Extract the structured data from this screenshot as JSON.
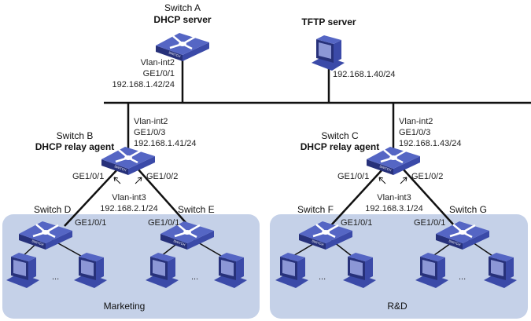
{
  "switch_a": {
    "name": "Switch A",
    "role": "DHCP server",
    "vlan": "Vlan-int2",
    "port": "GE1/0/1",
    "ip": "192.168.1.42/24"
  },
  "tftp": {
    "name": "TFTP server",
    "ip": "192.168.1.40/24"
  },
  "switch_b": {
    "name": "Switch B",
    "role": "DHCP relay agent",
    "vlan": "Vlan-int2",
    "port": "GE1/0/3",
    "ip": "192.168.1.41/24",
    "port_left": "GE1/0/1",
    "port_right": "GE1/0/2",
    "vlan3": "Vlan-int3",
    "ip3": "192.168.2.1/24"
  },
  "switch_c": {
    "name": "Switch C",
    "role": "DHCP relay agent",
    "vlan": "Vlan-int2",
    "port": "GE1/0/3",
    "ip": "192.168.1.43/24",
    "port_left": "GE1/0/1",
    "port_right": "GE1/0/2",
    "vlan3": "Vlan-int3",
    "ip3": "192.168.3.1/24"
  },
  "switch_d": {
    "name": "Switch D",
    "port": "GE1/0/1"
  },
  "switch_e": {
    "name": "Switch E",
    "port": "GE1/0/1"
  },
  "switch_f": {
    "name": "Switch F",
    "port": "GE1/0/1"
  },
  "switch_g": {
    "name": "Switch G",
    "port": "GE1/0/1"
  },
  "groups": {
    "left": "Marketing",
    "right": "R&D"
  },
  "ellipsis": "...",
  "switch_icon_label": "SWITCH",
  "colors": {
    "group_fill": "#c5d1e8",
    "device": "#3b4aa8",
    "device_top": "#5566c4",
    "device_dark": "#27317a"
  }
}
